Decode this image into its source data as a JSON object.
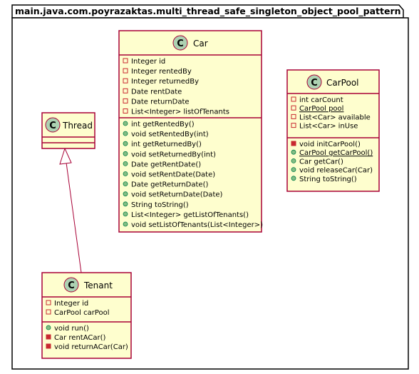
{
  "package": {
    "name": "main.java.com.poyrazaktas.multi_thread_safe_singleton_object_pool_pattern"
  },
  "classes": {
    "thread": {
      "stereotype_letter": "C",
      "name": "Thread",
      "fields": [],
      "methods": []
    },
    "car": {
      "stereotype_letter": "C",
      "name": "Car",
      "fields": [
        {
          "visibility": "private",
          "text": "Integer id"
        },
        {
          "visibility": "private",
          "text": "Integer rentedBy"
        },
        {
          "visibility": "private",
          "text": "Integer returnedBy"
        },
        {
          "visibility": "private",
          "text": "Date rentDate"
        },
        {
          "visibility": "private",
          "text": "Date returnDate"
        },
        {
          "visibility": "private",
          "text": "List<Integer> listOfTenants"
        }
      ],
      "methods": [
        {
          "visibility": "public",
          "text": "int getRentedBy()"
        },
        {
          "visibility": "public",
          "text": "void setRentedBy(int)"
        },
        {
          "visibility": "public",
          "text": "int getReturnedBy()"
        },
        {
          "visibility": "public",
          "text": "void setReturnedBy(int)"
        },
        {
          "visibility": "public",
          "text": "Date getRentDate()"
        },
        {
          "visibility": "public",
          "text": "void setRentDate(Date)"
        },
        {
          "visibility": "public",
          "text": "Date getReturnDate()"
        },
        {
          "visibility": "public",
          "text": "void setReturnDate(Date)"
        },
        {
          "visibility": "public",
          "text": "String toString()"
        },
        {
          "visibility": "public",
          "text": "List<Integer> getListOfTenants()"
        },
        {
          "visibility": "public",
          "text": "void setListOfTenants(List<Integer>)"
        }
      ]
    },
    "carpool": {
      "stereotype_letter": "C",
      "name": "CarPool",
      "fields": [
        {
          "visibility": "private",
          "text": "int carCount",
          "static": false
        },
        {
          "visibility": "private",
          "text": "CarPool pool",
          "static": true
        },
        {
          "visibility": "private",
          "text": "List<Car> available",
          "static": false
        },
        {
          "visibility": "private",
          "text": "List<Car> inUse",
          "static": false
        }
      ],
      "methods": [
        {
          "visibility": "private",
          "text": "void initCarPool()",
          "static": false
        },
        {
          "visibility": "public",
          "text": "CarPool getCarPool()",
          "static": true
        },
        {
          "visibility": "public",
          "text": "Car getCar()",
          "static": false
        },
        {
          "visibility": "public",
          "text": "void releaseCar(Car)",
          "static": false
        },
        {
          "visibility": "public",
          "text": "String toString()",
          "static": false
        }
      ]
    },
    "tenant": {
      "stereotype_letter": "C",
      "name": "Tenant",
      "fields": [
        {
          "visibility": "private",
          "text": "Integer id"
        },
        {
          "visibility": "private",
          "text": "CarPool carPool"
        }
      ],
      "methods": [
        {
          "visibility": "public",
          "text": "void run()"
        },
        {
          "visibility": "private",
          "text": "Car rentACar()"
        },
        {
          "visibility": "private",
          "text": "void returnACar(Car)"
        }
      ]
    }
  },
  "relations": [
    {
      "type": "inheritance",
      "from": "Tenant",
      "to": "Thread"
    }
  ],
  "colors": {
    "class_fill": "#FEFECE",
    "class_border": "#A80036",
    "circle_fill": "#ADD1B2",
    "private_icon": "#C82930",
    "public_icon": "#84BE84",
    "package_border": "#000000"
  }
}
